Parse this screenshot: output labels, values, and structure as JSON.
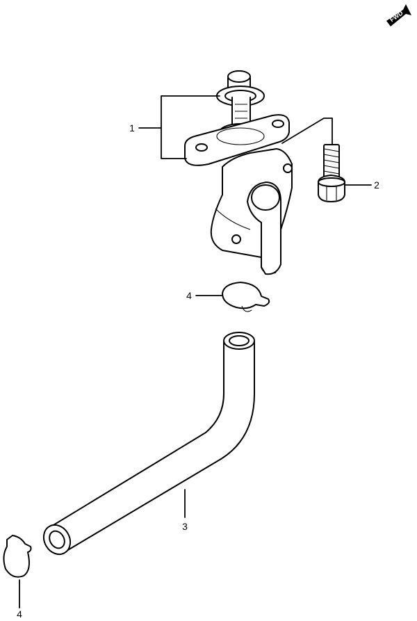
{
  "fwd_badge": {
    "text": "FWD"
  },
  "callouts": [
    {
      "id": "1",
      "label": "1"
    },
    {
      "id": "2",
      "label": "2"
    },
    {
      "id": "3",
      "label": "3"
    },
    {
      "id": "4a",
      "label": "4"
    },
    {
      "id": "4b",
      "label": "4"
    }
  ]
}
